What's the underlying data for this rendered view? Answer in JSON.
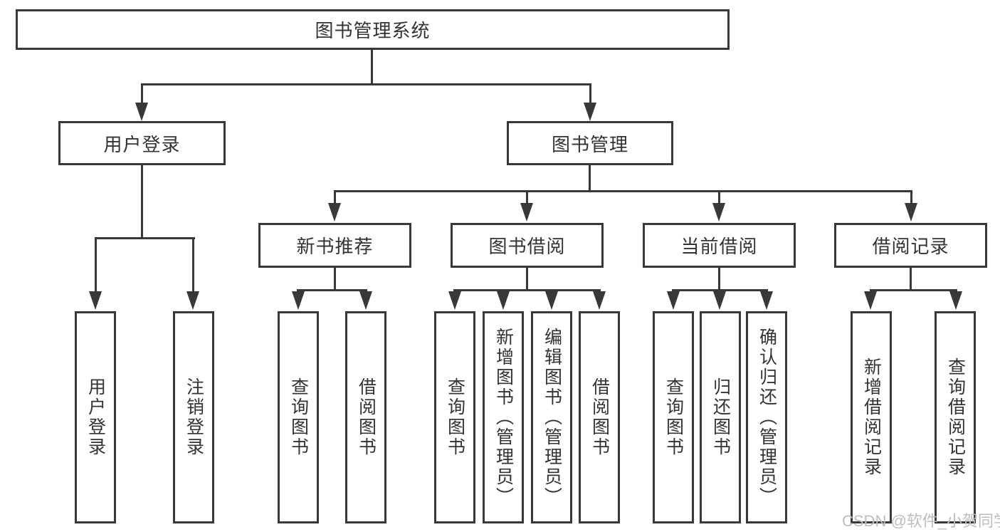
{
  "tree": {
    "root": "图书管理系统",
    "user_branch": {
      "label": "用户登录",
      "children": [
        "用户登录",
        "注销登录"
      ]
    },
    "book_branch": {
      "label": "图书管理",
      "children": [
        {
          "label": "新书推荐",
          "children": [
            "查询图书",
            "借阅图书"
          ]
        },
        {
          "label": "图书借阅",
          "children": [
            "查询图书",
            "新增图书（管理员）",
            "编辑图书（管理员）",
            "借阅图书"
          ]
        },
        {
          "label": "当前借阅",
          "children": [
            "查询图书",
            "归还图书",
            "确认归还（管理员）"
          ]
        },
        {
          "label": "借阅记录",
          "children": [
            "新增借阅记录",
            "查询借阅记录"
          ]
        }
      ]
    }
  },
  "watermark": "CSDN @软件_小贺同学",
  "colors": {
    "line": "#383838",
    "text": "#333333",
    "watermark": "#bdbdbd",
    "background": "#ffffff"
  }
}
